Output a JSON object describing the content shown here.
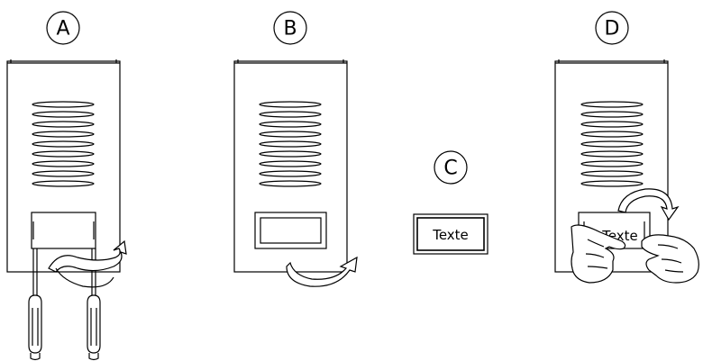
{
  "steps": [
    {
      "letter": "A"
    },
    {
      "letter": "B"
    },
    {
      "letter": "C",
      "label_text": "Texte"
    },
    {
      "letter": "D",
      "label_text": "Texte"
    }
  ]
}
